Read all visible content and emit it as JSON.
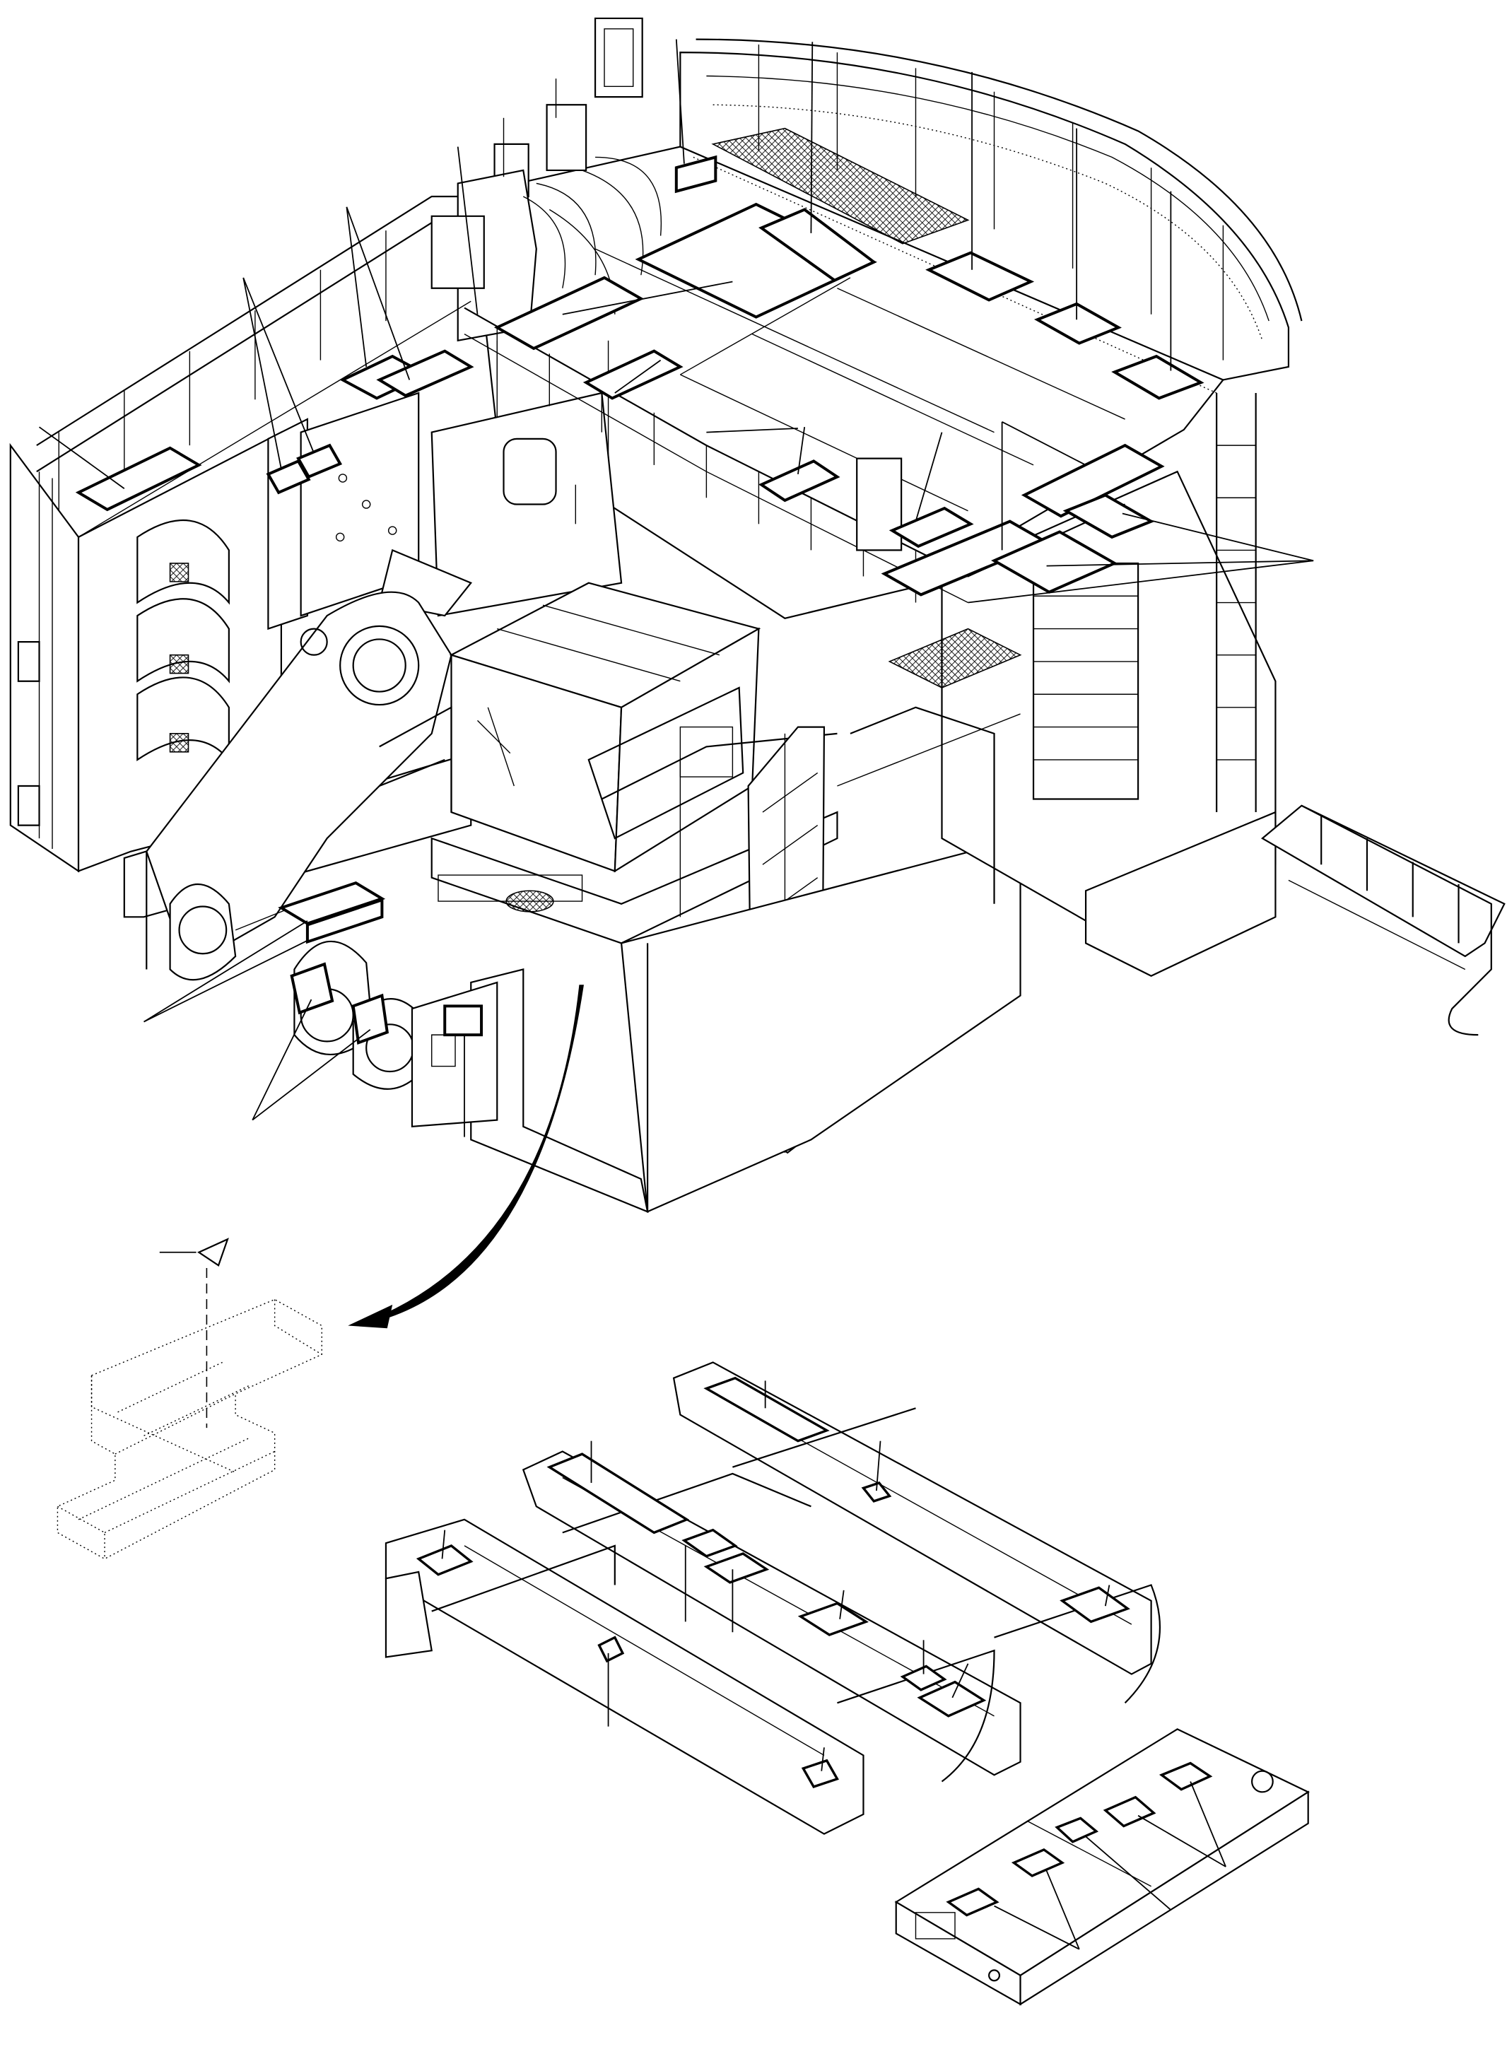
{
  "drawing": {
    "views": [
      {
        "key": "main_assembly",
        "label": ""
      },
      {
        "key": "step_detail",
        "label": ""
      },
      {
        "key": "lower_frame",
        "label": ""
      }
    ],
    "item_callouts": [],
    "colors": {
      "line": "#000000",
      "background": "#ffffff"
    },
    "icons": [
      "view-arrow-icon"
    ]
  }
}
